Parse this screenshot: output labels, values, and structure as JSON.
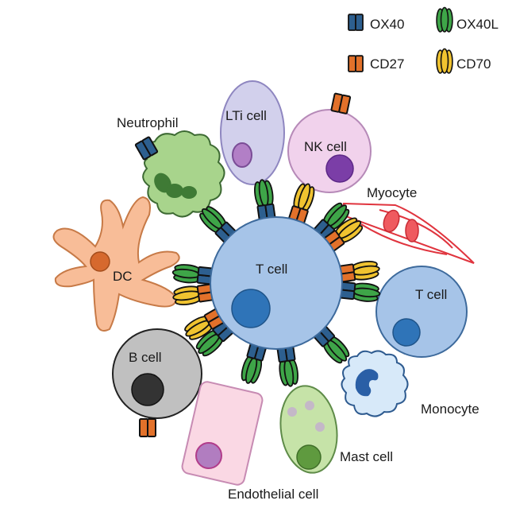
{
  "legend": {
    "items": [
      {
        "id": "ox40",
        "label": "OX40",
        "shape": "receptor",
        "color": "#2d5f8f"
      },
      {
        "id": "ox40l",
        "label": "OX40L",
        "shape": "ligand",
        "color": "#3ea548"
      },
      {
        "id": "cd27",
        "label": "CD27",
        "shape": "receptor",
        "color": "#e2712a"
      },
      {
        "id": "cd70",
        "label": "CD70",
        "shape": "ligand",
        "color": "#f0c330"
      }
    ]
  },
  "cells": {
    "center_t_cell": {
      "label": "T cell",
      "fill": "#a6c4e8",
      "nucleus": "#2f74b8"
    },
    "right_t_cell": {
      "label": "T cell",
      "fill": "#a6c4e8",
      "nucleus": "#2f74b8"
    },
    "neutrophil": {
      "label": "Neutrophil",
      "fill": "#a8d48c",
      "nucleus": "#3f7a35"
    },
    "lti_cell": {
      "label": "LTi cell",
      "fill": "#d2d0ec",
      "nucleus": "#b27fc6"
    },
    "nk_cell": {
      "label": "NK cell",
      "fill": "#f1d2ec",
      "nucleus": "#7b3ea7"
    },
    "myocyte": {
      "label": "Myocyte",
      "stroke": "#e0343e",
      "nucleus": "#ef5a5f"
    },
    "dc": {
      "label": "DC",
      "fill": "#f8bd98",
      "nucleus": "#d6692e"
    },
    "b_cell": {
      "label": "B cell",
      "fill": "#c0c0c0",
      "nucleus": "#333333"
    },
    "endothelial_cell": {
      "label": "Endothelial cell",
      "fill": "#fad8e4",
      "nucleus": "#b17dc0"
    },
    "mast_cell": {
      "label": "Mast cell",
      "fill": "#c6e3a8",
      "nucleus": "#5f9a3f"
    },
    "monocyte": {
      "label": "Monocyte",
      "fill": "#d7e9f9",
      "nucleus": "#2a5fa6"
    }
  },
  "interactions": [
    {
      "partner": "Neutrophil",
      "t_cell_receptor": "OX40",
      "partner_ligand": "OX40L"
    },
    {
      "partner": "LTi cell",
      "t_cell_receptor": "OX40",
      "partner_ligand": "OX40L"
    },
    {
      "partner": "NK cell",
      "t_cell_receptor": "CD27",
      "partner_ligand": "CD70"
    },
    {
      "partner": "Myocyte",
      "t_cell_receptor": "OX40",
      "partner_ligand": "OX40L"
    },
    {
      "partner": "Myocyte",
      "t_cell_receptor": "CD27",
      "partner_ligand": "CD70"
    },
    {
      "partner": "T cell",
      "t_cell_receptor": "CD27",
      "partner_ligand": "CD70"
    },
    {
      "partner": "T cell",
      "t_cell_receptor": "OX40",
      "partner_ligand": "OX40L"
    },
    {
      "partner": "Monocyte",
      "t_cell_receptor": "OX40",
      "partner_ligand": "OX40L"
    },
    {
      "partner": "Mast cell",
      "t_cell_receptor": "OX40",
      "partner_ligand": "OX40L"
    },
    {
      "partner": "Endothelial cell",
      "t_cell_receptor": "OX40",
      "partner_ligand": "OX40L"
    },
    {
      "partner": "B cell",
      "t_cell_receptor": "OX40",
      "partner_ligand": "OX40L"
    },
    {
      "partner": "B cell",
      "t_cell_receptor": "CD27",
      "partner_ligand": "CD70"
    },
    {
      "partner": "DC",
      "t_cell_receptor": "OX40",
      "partner_ligand": "OX40L"
    },
    {
      "partner": "DC",
      "t_cell_receptor": "CD27",
      "partner_ligand": "CD70"
    }
  ],
  "free_receptors": [
    {
      "cell": "Neutrophil",
      "receptor": "OX40"
    },
    {
      "cell": "NK cell",
      "receptor": "CD27"
    },
    {
      "cell": "B cell",
      "receptor": "CD27"
    }
  ]
}
